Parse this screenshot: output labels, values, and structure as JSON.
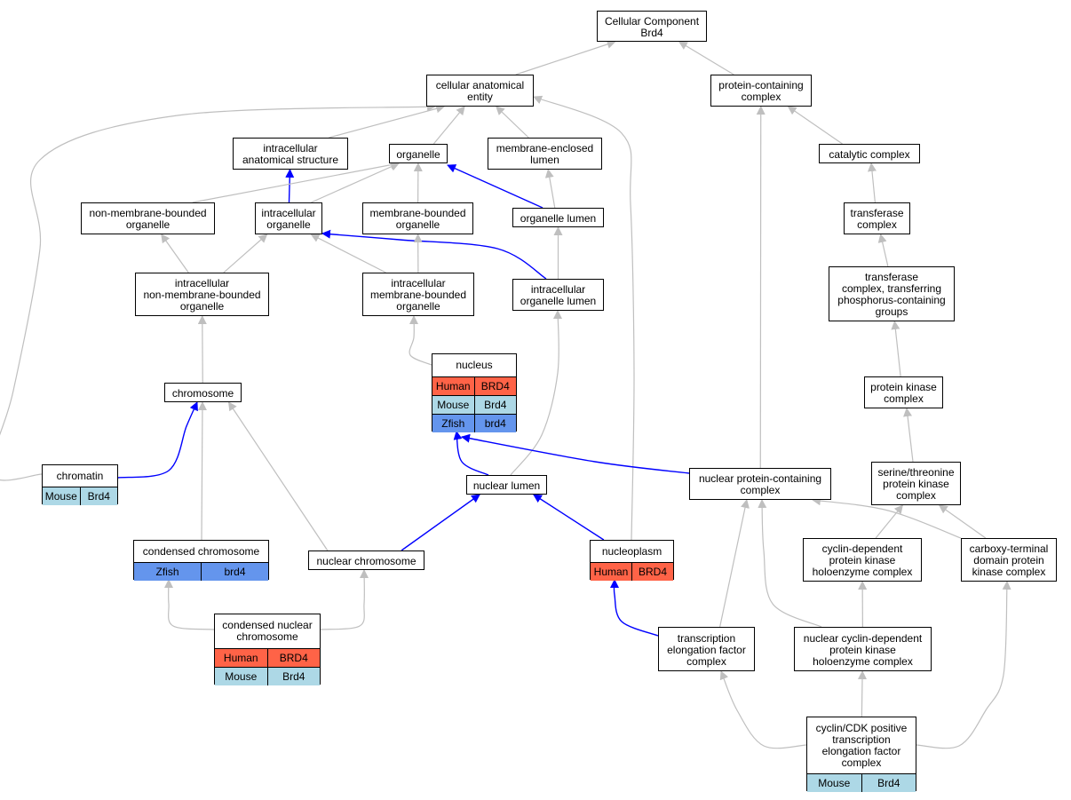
{
  "colors": {
    "edge_gray": "#bfbfbf",
    "edge_blue": "#0000ff",
    "human": "#ff6347",
    "mouse": "#add8e6",
    "zfish": "#6495ed"
  },
  "nodes": {
    "cc_root": {
      "label": "Cellular Component\nBrd4",
      "species": []
    },
    "cellular_anatomical_entity": {
      "label": "cellular anatomical\nentity",
      "species": []
    },
    "protein_containing_complex": {
      "label": "protein-containing\ncomplex",
      "species": []
    },
    "intracellular_anatomical_structure": {
      "label": "intracellular\nanatomical structure",
      "species": []
    },
    "organelle": {
      "label": "organelle",
      "species": []
    },
    "membrane_enclosed_lumen": {
      "label": "membrane-enclosed\nlumen",
      "species": []
    },
    "catalytic_complex": {
      "label": "catalytic complex",
      "species": []
    },
    "non_membrane_bounded_organelle": {
      "label": "non-membrane-bounded\norganelle",
      "species": []
    },
    "intracellular_organelle": {
      "label": "intracellular\norganelle",
      "species": []
    },
    "membrane_bounded_organelle": {
      "label": "membrane-bounded\norganelle",
      "species": []
    },
    "organelle_lumen": {
      "label": "organelle lumen",
      "species": []
    },
    "transferase_complex": {
      "label": "transferase\ncomplex",
      "species": []
    },
    "intracellular_nmb_organelle": {
      "label": "intracellular\nnon-membrane-bounded\norganelle",
      "species": []
    },
    "intracellular_mb_organelle": {
      "label": "intracellular\nmembrane-bounded\norganelle",
      "species": []
    },
    "intracellular_organelle_lumen": {
      "label": "intracellular\norganelle lumen",
      "species": []
    },
    "transferase_complex_phospho": {
      "label": "transferase\ncomplex, transferring\nphosphorus-containing\ngroups",
      "species": []
    },
    "nucleus": {
      "label": "nucleus",
      "species": [
        [
          "Human",
          "BRD4"
        ],
        [
          "Mouse",
          "Brd4"
        ],
        [
          "Zfish",
          "brd4"
        ]
      ]
    },
    "chromosome": {
      "label": "chromosome",
      "species": []
    },
    "protein_kinase_complex": {
      "label": "protein kinase\ncomplex",
      "species": []
    },
    "chromatin": {
      "label": "chromatin",
      "species": [
        [
          "Mouse",
          "Brd4"
        ]
      ]
    },
    "nuclear_lumen": {
      "label": "nuclear lumen",
      "species": []
    },
    "nuclear_protein_containing_complex": {
      "label": "nuclear protein-containing\ncomplex",
      "species": []
    },
    "ser_thr_protein_kinase_complex": {
      "label": "serine/threonine\nprotein kinase\ncomplex",
      "species": []
    },
    "condensed_chromosome": {
      "label": "condensed chromosome",
      "species": [
        [
          "Zfish",
          "brd4"
        ]
      ]
    },
    "nuclear_chromosome": {
      "label": "nuclear chromosome",
      "species": []
    },
    "nucleoplasm": {
      "label": "nucleoplasm",
      "species": [
        [
          "Human",
          "BRD4"
        ]
      ]
    },
    "cdk_holoenzyme_complex": {
      "label": "cyclin-dependent\nprotein kinase\nholoenzyme complex",
      "species": []
    },
    "ctd_protein_kinase_complex": {
      "label": "carboxy-terminal\ndomain protein\nkinase complex",
      "species": []
    },
    "condensed_nuclear_chromosome": {
      "label": "condensed nuclear\nchromosome",
      "species": [
        [
          "Human",
          "BRD4"
        ],
        [
          "Mouse",
          "Brd4"
        ]
      ]
    },
    "transcription_elongation_factor_complex": {
      "label": "transcription\nelongation factor\ncomplex",
      "species": []
    },
    "nuclear_cdk_holoenzyme_complex": {
      "label": "nuclear cyclin-dependent\nprotein kinase\nholoenzyme complex",
      "species": []
    },
    "cyclin_cdk_ptef_complex": {
      "label": "cyclin/CDK positive\ntranscription\nelongation factor\ncomplex",
      "species": [
        [
          "Mouse",
          "Brd4"
        ]
      ]
    }
  },
  "edges": [
    {
      "from": "cellular_anatomical_entity",
      "to": "cc_root",
      "color": "gray"
    },
    {
      "from": "protein_containing_complex",
      "to": "cc_root",
      "color": "gray"
    },
    {
      "from": "intracellular_anatomical_structure",
      "to": "cellular_anatomical_entity",
      "color": "gray"
    },
    {
      "from": "organelle",
      "to": "cellular_anatomical_entity",
      "color": "gray"
    },
    {
      "from": "membrane_enclosed_lumen",
      "to": "cellular_anatomical_entity",
      "color": "gray"
    },
    {
      "from": "chromatin",
      "to": "cellular_anatomical_entity",
      "color": "gray"
    },
    {
      "from": "nucleoplasm",
      "to": "cellular_anatomical_entity",
      "color": "gray"
    },
    {
      "from": "catalytic_complex",
      "to": "protein_containing_complex",
      "color": "gray"
    },
    {
      "from": "nuclear_protein_containing_complex",
      "to": "protein_containing_complex",
      "color": "gray"
    },
    {
      "from": "intracellular_organelle",
      "to": "intracellular_anatomical_structure",
      "color": "blue"
    },
    {
      "from": "non_membrane_bounded_organelle",
      "to": "organelle",
      "color": "gray"
    },
    {
      "from": "intracellular_organelle",
      "to": "organelle",
      "color": "gray"
    },
    {
      "from": "membrane_bounded_organelle",
      "to": "organelle",
      "color": "gray"
    },
    {
      "from": "organelle_lumen",
      "to": "organelle",
      "color": "blue"
    },
    {
      "from": "organelle_lumen",
      "to": "membrane_enclosed_lumen",
      "color": "gray"
    },
    {
      "from": "transferase_complex",
      "to": "catalytic_complex",
      "color": "gray"
    },
    {
      "from": "intracellular_nmb_organelle",
      "to": "non_membrane_bounded_organelle",
      "color": "gray"
    },
    {
      "from": "intracellular_nmb_organelle",
      "to": "intracellular_organelle",
      "color": "gray"
    },
    {
      "from": "intracellular_mb_organelle",
      "to": "intracellular_organelle",
      "color": "gray"
    },
    {
      "from": "intracellular_organelle_lumen",
      "to": "intracellular_organelle",
      "color": "blue"
    },
    {
      "from": "intracellular_mb_organelle",
      "to": "membrane_bounded_organelle",
      "color": "gray"
    },
    {
      "from": "intracellular_organelle_lumen",
      "to": "organelle_lumen",
      "color": "gray"
    },
    {
      "from": "transferase_complex_phospho",
      "to": "transferase_complex",
      "color": "gray"
    },
    {
      "from": "chromosome",
      "to": "intracellular_nmb_organelle",
      "color": "gray"
    },
    {
      "from": "nucleus",
      "to": "intracellular_mb_organelle",
      "color": "gray"
    },
    {
      "from": "nuclear_lumen",
      "to": "intracellular_organelle_lumen",
      "color": "gray"
    },
    {
      "from": "protein_kinase_complex",
      "to": "transferase_complex_phospho",
      "color": "gray"
    },
    {
      "from": "chromatin",
      "to": "chromosome",
      "color": "blue"
    },
    {
      "from": "condensed_chromosome",
      "to": "chromosome",
      "color": "gray"
    },
    {
      "from": "nuclear_chromosome",
      "to": "chromosome",
      "color": "gray"
    },
    {
      "from": "nuclear_lumen",
      "to": "nucleus",
      "color": "blue"
    },
    {
      "from": "nuclear_protein_containing_complex",
      "to": "nucleus",
      "color": "blue"
    },
    {
      "from": "ser_thr_protein_kinase_complex",
      "to": "protein_kinase_complex",
      "color": "gray"
    },
    {
      "from": "nuclear_chromosome",
      "to": "nuclear_lumen",
      "color": "blue"
    },
    {
      "from": "nucleoplasm",
      "to": "nuclear_lumen",
      "color": "blue"
    },
    {
      "from": "transcription_elongation_factor_complex",
      "to": "nuclear_protein_containing_complex",
      "color": "gray"
    },
    {
      "from": "nuclear_cdk_holoenzyme_complex",
      "to": "nuclear_protein_containing_complex",
      "color": "gray"
    },
    {
      "from": "ctd_protein_kinase_complex",
      "to": "nuclear_protein_containing_complex",
      "color": "gray"
    },
    {
      "from": "cdk_holoenzyme_complex",
      "to": "ser_thr_protein_kinase_complex",
      "color": "gray"
    },
    {
      "from": "ctd_protein_kinase_complex",
      "to": "ser_thr_protein_kinase_complex",
      "color": "gray"
    },
    {
      "from": "condensed_nuclear_chromosome",
      "to": "condensed_chromosome",
      "color": "gray"
    },
    {
      "from": "condensed_nuclear_chromosome",
      "to": "nuclear_chromosome",
      "color": "gray"
    },
    {
      "from": "transcription_elongation_factor_complex",
      "to": "nucleoplasm",
      "color": "blue"
    },
    {
      "from": "nuclear_cdk_holoenzyme_complex",
      "to": "cdk_holoenzyme_complex",
      "color": "gray"
    },
    {
      "from": "cyclin_cdk_ptef_complex",
      "to": "transcription_elongation_factor_complex",
      "color": "gray"
    },
    {
      "from": "cyclin_cdk_ptef_complex",
      "to": "nuclear_cdk_holoenzyme_complex",
      "color": "gray"
    },
    {
      "from": "cyclin_cdk_ptef_complex",
      "to": "ctd_protein_kinase_complex",
      "color": "gray"
    }
  ]
}
